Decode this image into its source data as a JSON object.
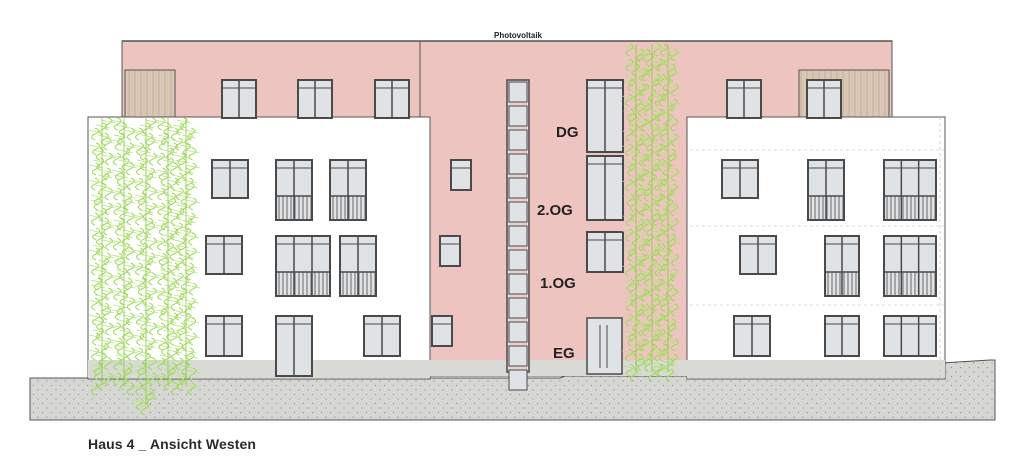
{
  "drawing": {
    "title": "Haus 4 _ Ansicht Westen",
    "roof_label": "Photovoltaik",
    "floor_labels": [
      "DG",
      "2.OG",
      "1.OG",
      "EG"
    ]
  },
  "colors": {
    "facade_pink": "#eec4c0",
    "facade_white": "#ffffff",
    "ground": "#d6d6d2",
    "plinth": "#d9d9d6",
    "frame": "#4a4a4a",
    "glass": "#dfe3e5",
    "wood": "#d8c7b4",
    "greenery": "#9fd85a",
    "text": "#2a2a2a"
  }
}
